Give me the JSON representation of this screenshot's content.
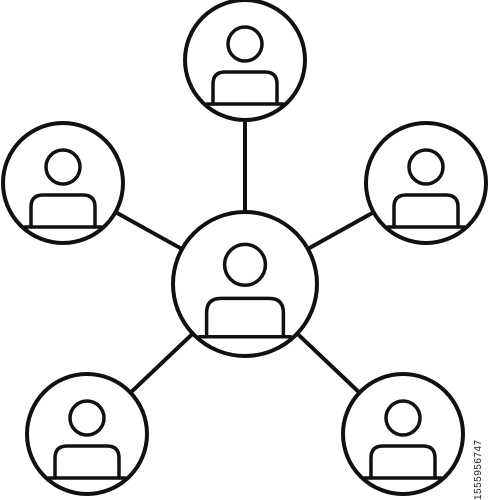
{
  "diagram": {
    "kind": "network-hub",
    "stroke_color": "#111111",
    "background_color": "#ffffff",
    "node_icon": "user-avatar-icon",
    "nodes": [
      {
        "id": "hub",
        "role": "center"
      },
      {
        "id": "top",
        "role": "peer"
      },
      {
        "id": "upper-left",
        "role": "peer"
      },
      {
        "id": "upper-right",
        "role": "peer"
      },
      {
        "id": "lower-left",
        "role": "peer"
      },
      {
        "id": "lower-right",
        "role": "peer"
      }
    ],
    "edges": [
      [
        "hub",
        "top"
      ],
      [
        "hub",
        "upper-left"
      ],
      [
        "hub",
        "upper-right"
      ],
      [
        "hub",
        "lower-left"
      ],
      [
        "hub",
        "lower-right"
      ]
    ]
  },
  "watermark": {
    "image_id_text": "1555956747"
  }
}
